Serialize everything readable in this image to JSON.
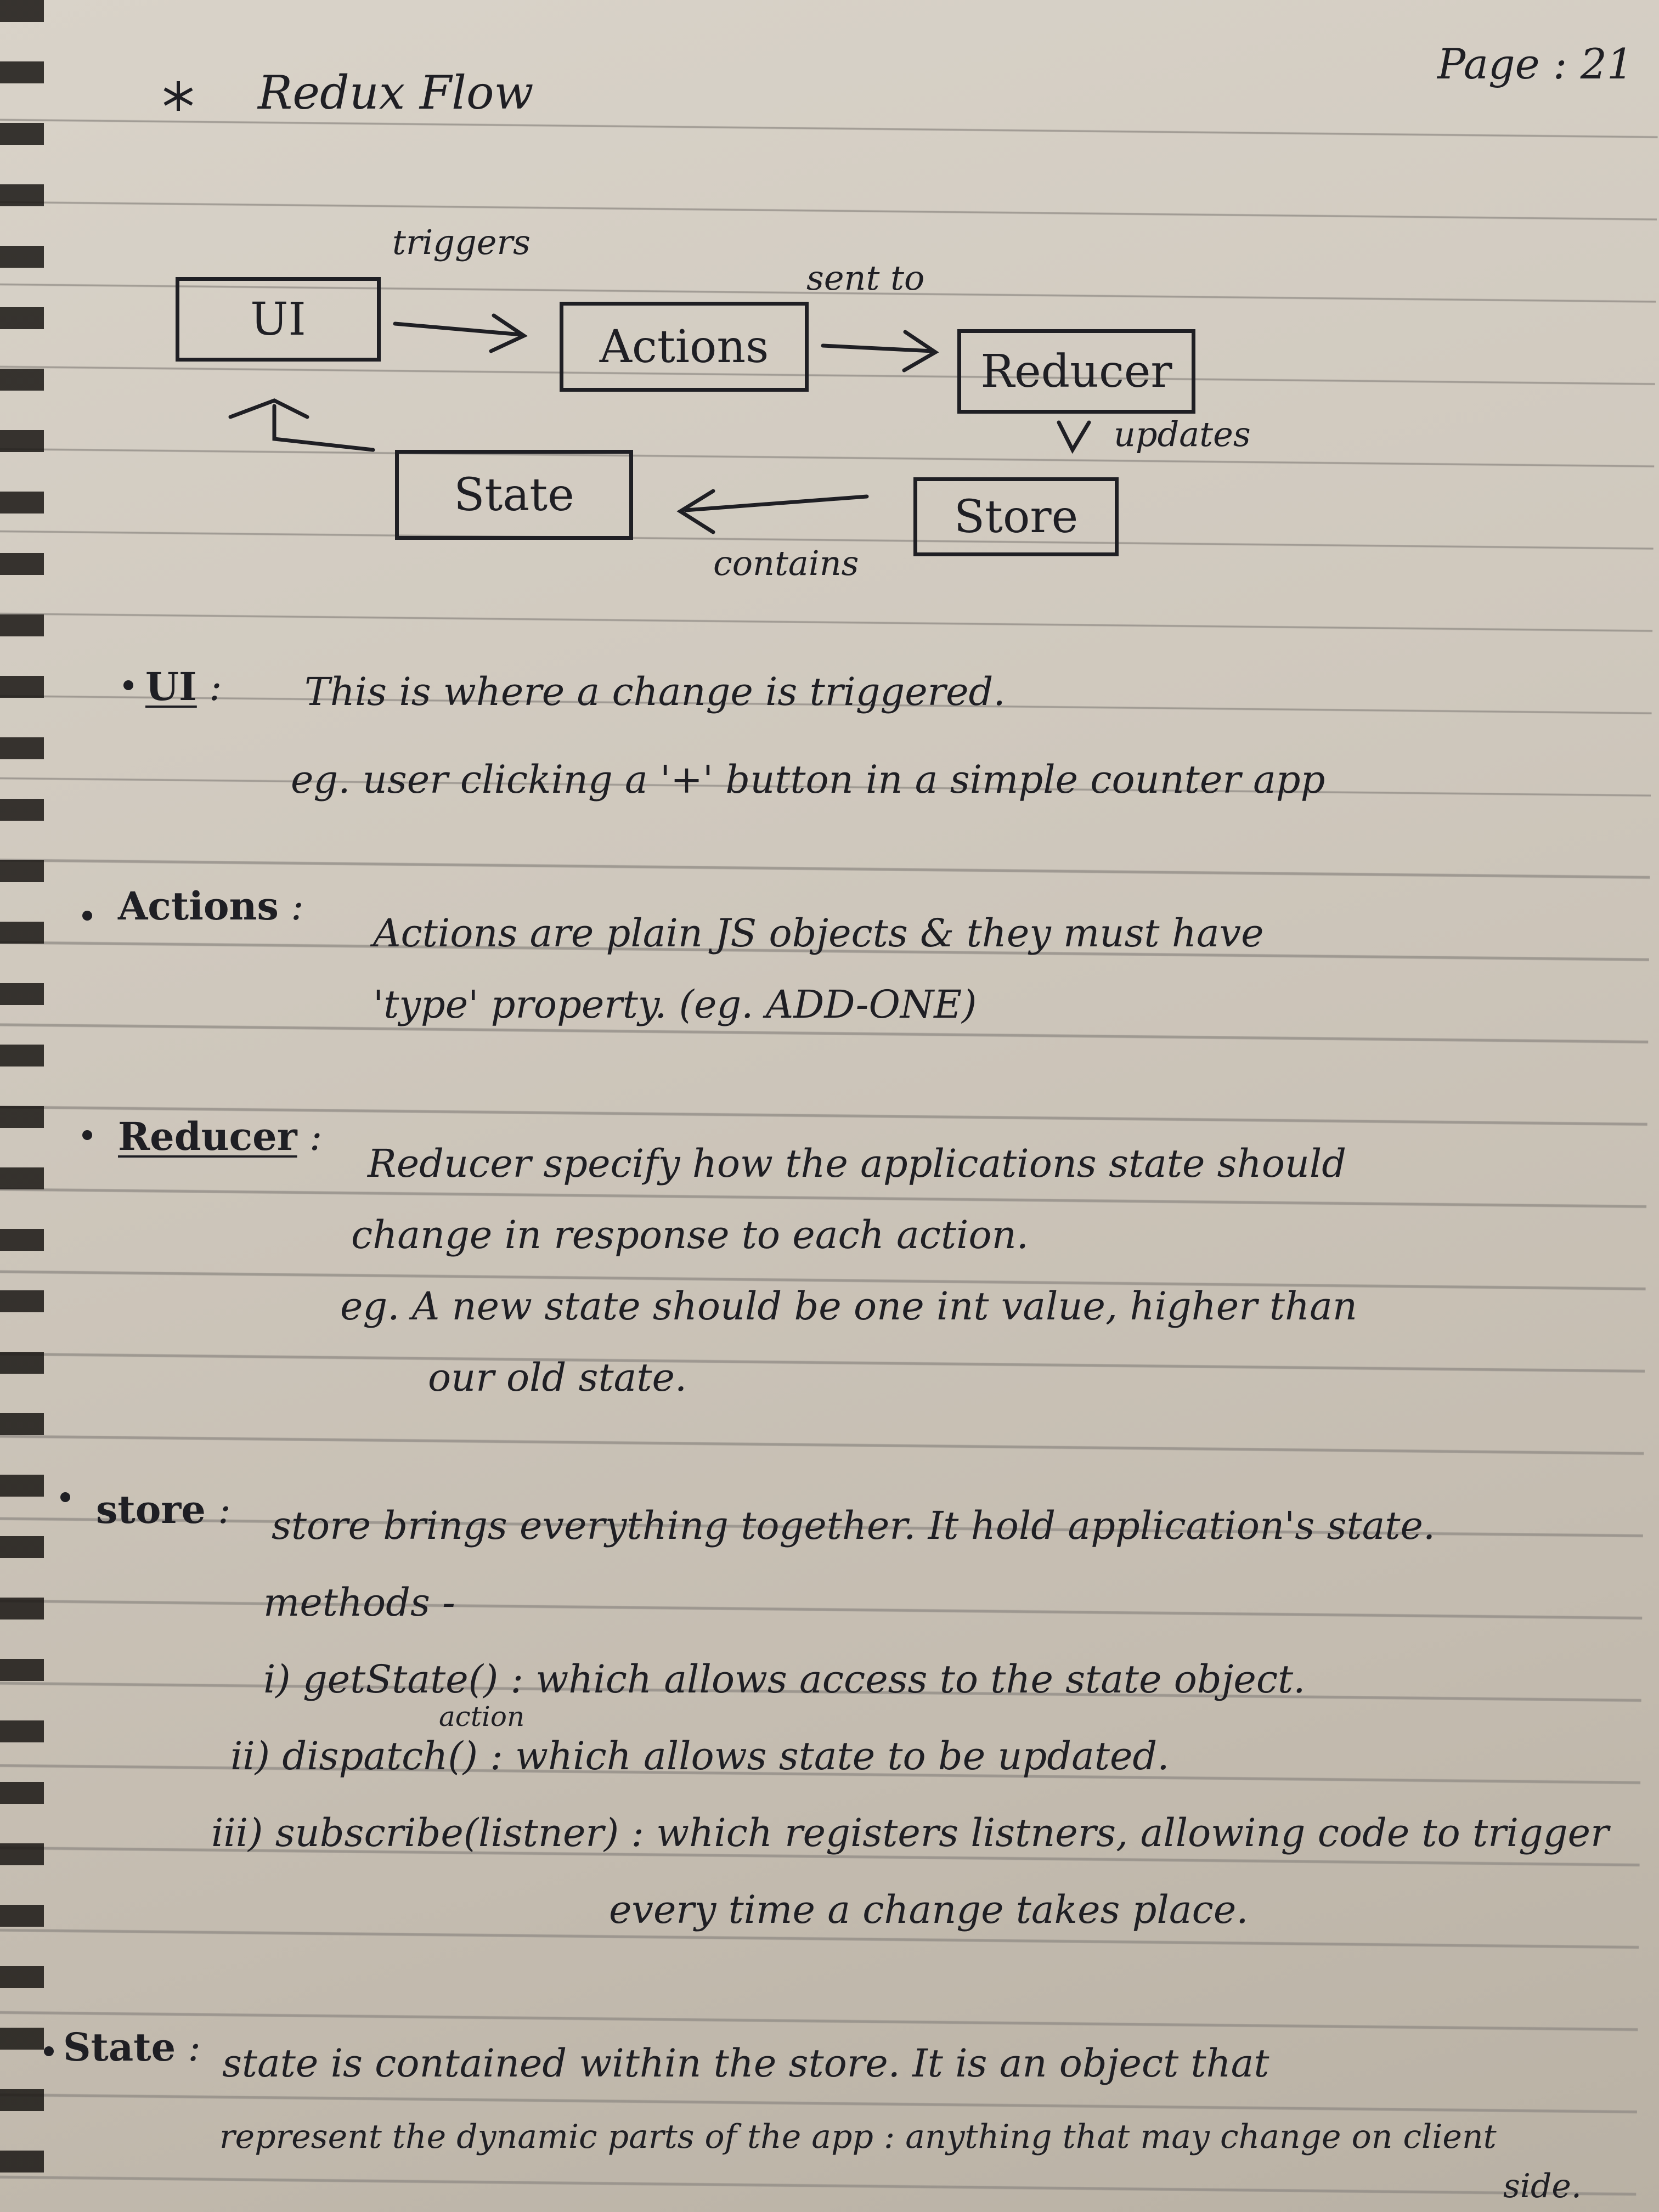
{
  "header": {
    "title": "Redux Flow",
    "page_number": "Page : 21"
  },
  "diagram": {
    "nodes": {
      "ui": "UI",
      "actions": "Actions",
      "reducer": "Reducer",
      "store": "Store",
      "state": "State"
    },
    "edges": {
      "triggers": "triggers",
      "sent_to": "sent to",
      "updates": "updates",
      "contains": "contains"
    }
  },
  "notes": {
    "ui": {
      "term": "UI",
      "line1": "This is where a change is triggered.",
      "line2": "eg. user clicking a '+' button in a simple counter app"
    },
    "actions": {
      "term": "Actions",
      "line1": "Actions are plain JS objects & they must have",
      "line2": "'type' property. (eg. ADD-ONE)"
    },
    "reducer": {
      "term": "Reducer",
      "line1": "Reducer specify how the applications state should",
      "line2": "change in response to each action.",
      "line3": "eg. A new state should be one int value, higher than",
      "line4": "our old state."
    },
    "store": {
      "term": "store",
      "line1": "store brings everything together. It hold application's state.",
      "line2": "methods -",
      "m1": "i) getState() : which allows access to the state object.",
      "m2_note": "action",
      "m2": "ii) dispatch() : which allows state to be updated.",
      "m3": "iii) subscribe(listner) : which registers listners, allowing code to trigger",
      "m3b": "every time a change takes place."
    },
    "state": {
      "term": "State",
      "line1": "state is contained within the store. It is an object that",
      "line2": "represent the dynamic parts of the app : anything that may change on client",
      "line3": "side."
    }
  }
}
